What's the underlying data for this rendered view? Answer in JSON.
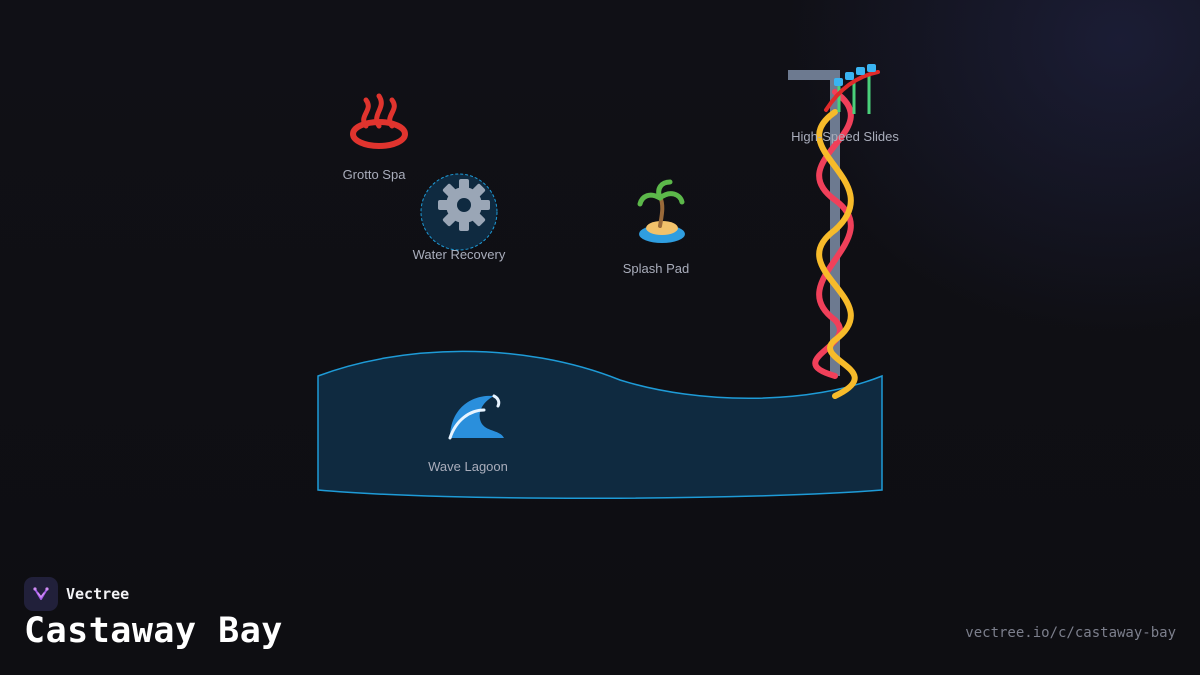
{
  "brand": {
    "name": "Vectree",
    "logo_icon": "vectree-logo-icon"
  },
  "title": "Castaway Bay",
  "url": "vectree.io/c/castaway-bay",
  "colors": {
    "lagoon_fill": "#0f2a40",
    "lagoon_stroke": "#1e9bd7",
    "slide_red": "#f0405a",
    "slide_yellow": "#f7bb2a",
    "tower": "#6d7a90",
    "label": "#a9adbb"
  },
  "nodes": {
    "grotto_spa": {
      "label": "Grotto Spa",
      "icon": "hot-springs-icon"
    },
    "water_recovery": {
      "label": "Water Recovery",
      "icon": "gear-icon"
    },
    "splash_pad": {
      "label": "Splash Pad",
      "icon": "desert-island-icon"
    },
    "high_speed_slides": {
      "label": "High-Speed Slides",
      "icon": "roller-coaster-icon"
    },
    "wave_lagoon": {
      "label": "Wave Lagoon",
      "icon": "wave-icon"
    }
  }
}
